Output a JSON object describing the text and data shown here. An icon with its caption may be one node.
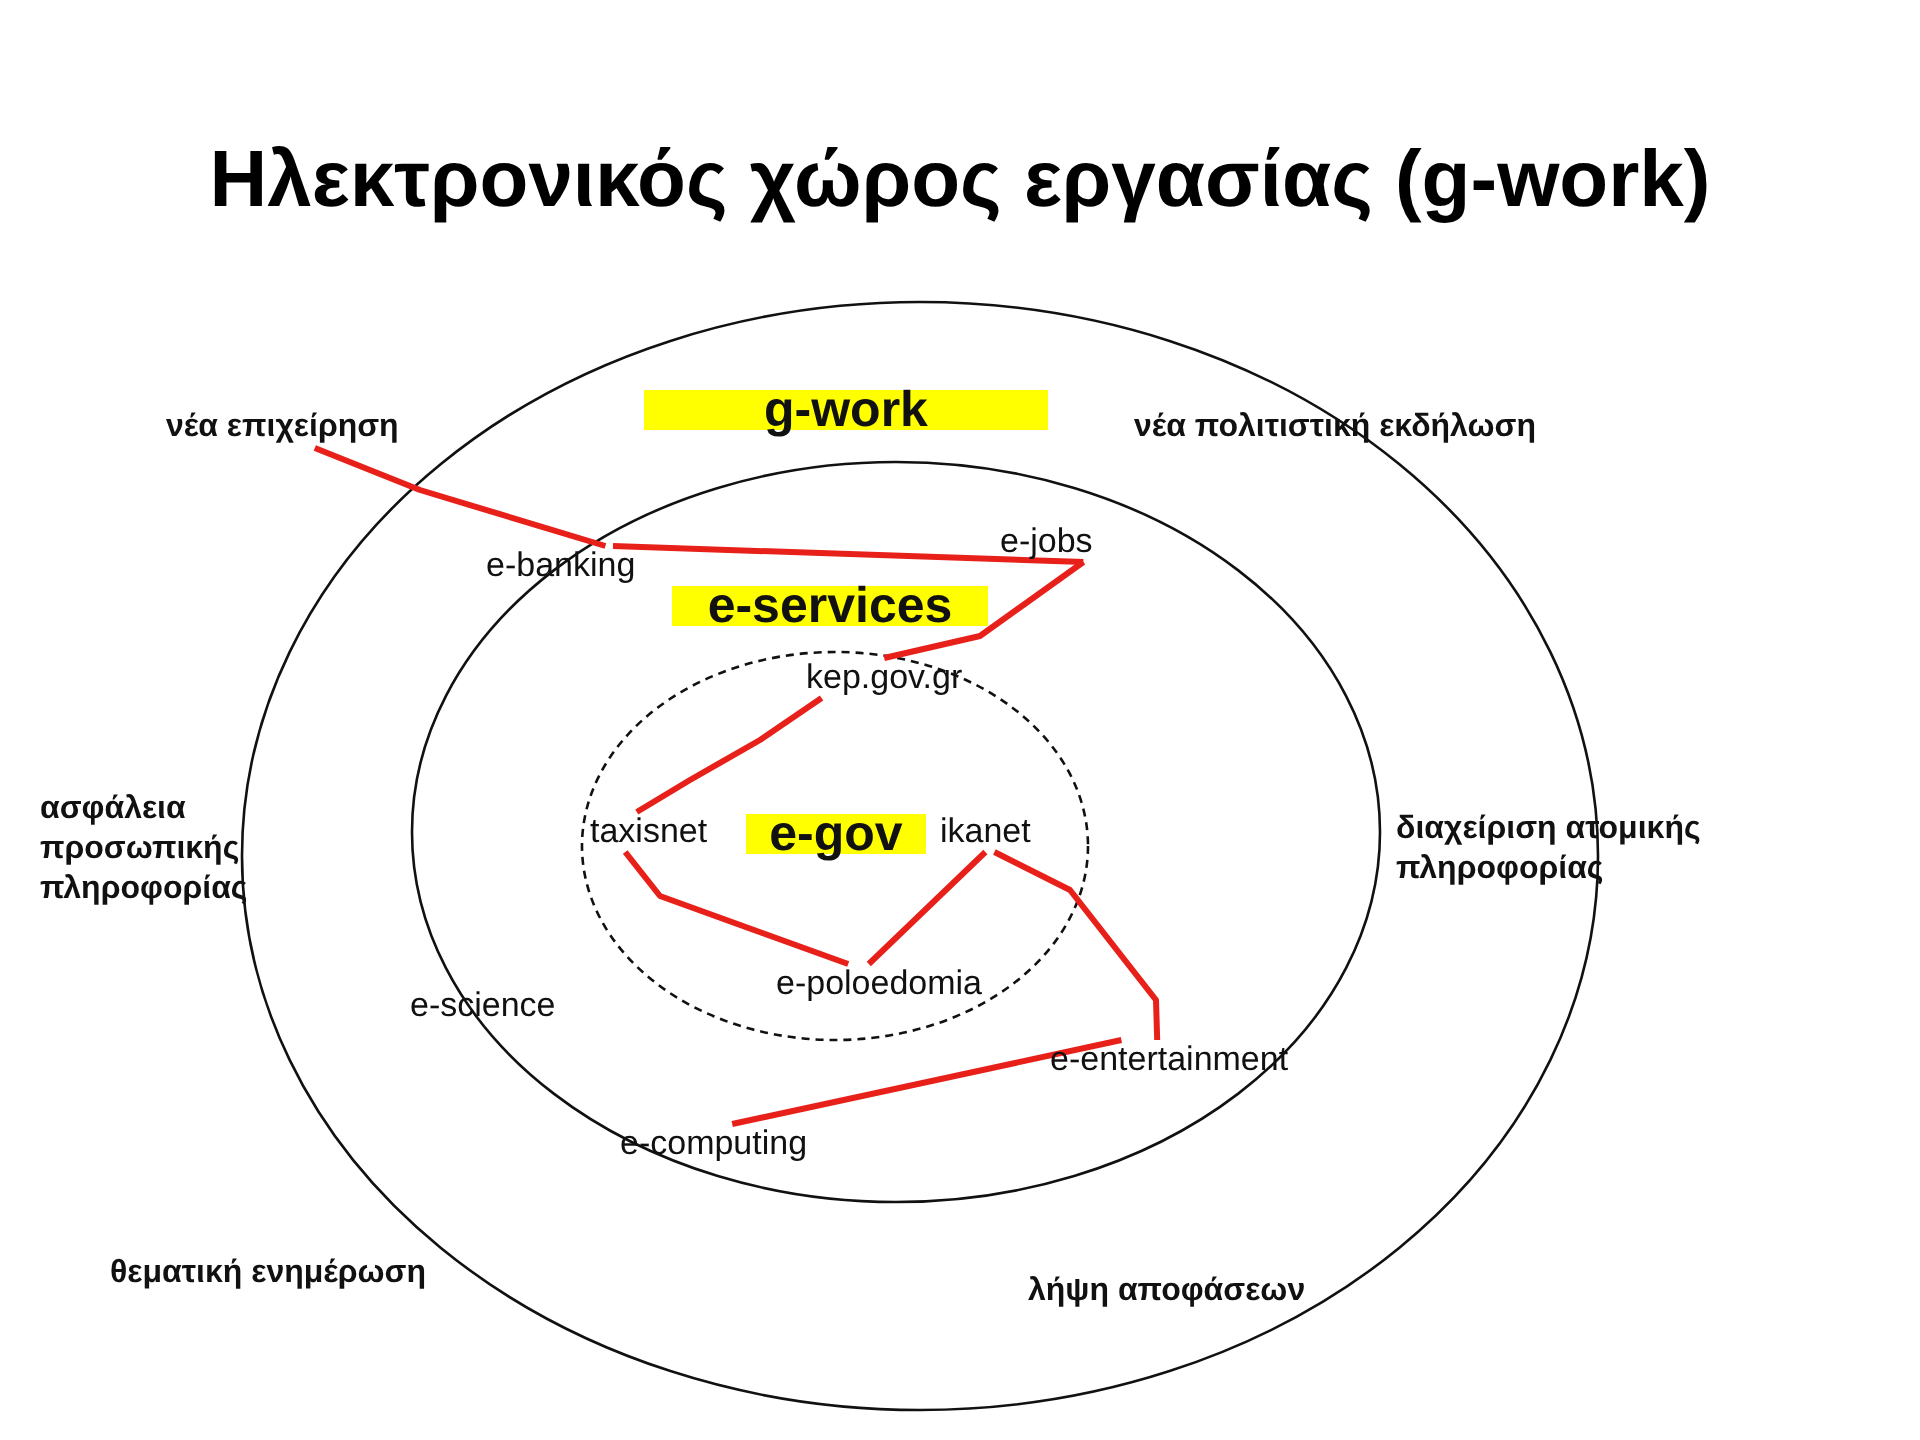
{
  "diagram": {
    "title": "Ηλεκτρονικός χώρος εργασίας (g-work)",
    "nodes": [
      {
        "text": [
          "g-work"
        ]
      },
      {
        "text": [
          "e-services"
        ],
        "in": 0
      },
      {
        "text": [
          "e-gov"
        ],
        "in": 1
      },
      {
        "text": [
          "νέα επιχείρηση"
        ]
      },
      {
        "text": [
          "e-banking"
        ],
        "in": 1
      },
      {
        "text": [
          "e-jobs"
        ],
        "in": 1
      },
      {
        "text": [
          "kep.gov.gr"
        ],
        "in": 2
      },
      {
        "text": [
          "taxisnet"
        ],
        "in": 2
      },
      {
        "text": [
          "e-poloedomia"
        ],
        "in": 2
      },
      {
        "text": [
          "ikanet"
        ],
        "in": 2
      },
      {
        "text": [
          "e-entertainment"
        ],
        "in": 1
      },
      {
        "text": [
          "e-computing"
        ],
        "in": 1
      }
    ],
    "edges": [
      {
        "from": 3,
        "to": 4,
        "arrow": "none",
        "color": "#e8201a"
      },
      {
        "from": 4,
        "to": 5,
        "arrow": "none",
        "color": "#e8201a"
      },
      {
        "from": 5,
        "to": 6,
        "arrow": "none",
        "color": "#e8201a"
      },
      {
        "from": 6,
        "to": 7,
        "arrow": "none",
        "color": "#e8201a"
      },
      {
        "from": 7,
        "to": 8,
        "arrow": "none",
        "color": "#e8201a"
      },
      {
        "from": 8,
        "to": 9,
        "arrow": "none",
        "color": "#e8201a"
      },
      {
        "from": 9,
        "to": 10,
        "arrow": "none",
        "color": "#e8201a"
      },
      {
        "from": 10,
        "to": 11,
        "arrow": "none",
        "color": "#e8201a"
      }
    ],
    "labels": [
      "νέα πολιτιστική εκδήλωση",
      "ασφάλεια προσωπικής πληροφορίας",
      "διαχείριση ατομικής πληροφορίας",
      "e-science",
      "θεματική ενημέρωση",
      "λήψη αποφάσεων"
    ]
  }
}
